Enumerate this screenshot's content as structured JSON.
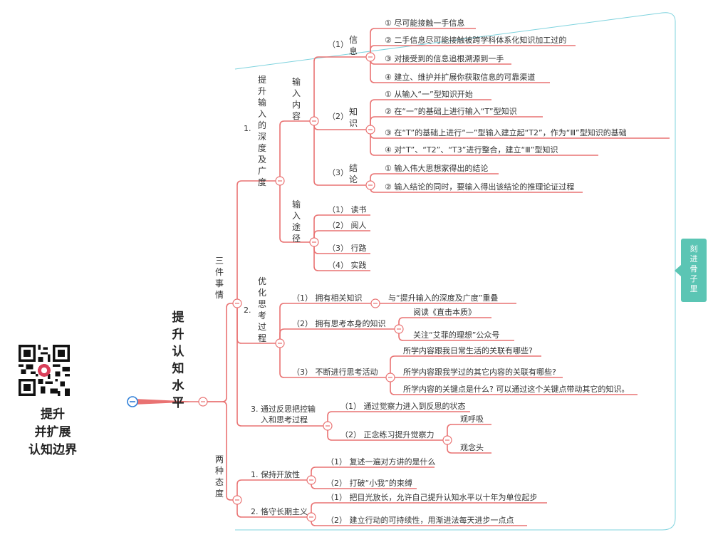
{
  "root": "提升认知水平",
  "brand": {
    "line1": "提升",
    "line2": "并扩展",
    "line3": "认知边界"
  },
  "side_tag": "刻进骨子里",
  "nodes": {
    "three": "三件事情",
    "two": "两种态度",
    "s1": "提升输入的深度及广度",
    "s1_num": "1.",
    "s2": "优化思考过程",
    "s2_num": "2.",
    "s3_line1": "3. 通过反思把控输",
    "s3_line2": "入和思考过程",
    "content": "输入内容",
    "path": "输入途径",
    "info_n": "（1）",
    "info": "信息",
    "know_n": "（2）",
    "know": "知识",
    "concl_n": "（3）",
    "concl": "结论",
    "info_items": [
      "① 尽可能接触一手信息",
      "② 二手信息尽可能接触被跨学科体系化知识加工过的",
      "③ 对接受到的信息追根溯源到一手",
      "④ 建立、维护并扩展你获取信息的可靠渠道"
    ],
    "know_items": [
      "① 从输入“一”型知识开始",
      "② 在“一”的基础上进行输入“T”型知识",
      "③ 在“T”的基础上进行“一”型输入建立起“T2”，作为“Ⅲ”型知识的基础",
      "④ 对“T”、“T2”、“T3”进行整合，建立“Ⅲ”型知识"
    ],
    "concl_items": [
      "① 输入伟大思想家得出的结论",
      "② 输入结论的同时，要输入得出该结论的推理论证过程"
    ],
    "path_items": [
      "（1） 读书",
      "（2） 阅人",
      "（3） 行路",
      "（4） 实践"
    ],
    "think1": "（1） 拥有相关知识",
    "think1_child": "与“提升输入的深度及广度”重叠",
    "think2": "（2） 拥有思考本身的知识",
    "think2_children": [
      "阅读《直击本质》",
      "关注“艾菲的理想”公众号"
    ],
    "think3": "（3） 不断进行思考活动",
    "think3_children": [
      "所学内容跟我日常生活的关联有哪些?",
      "所学内容跟我学过的其它内容的关联有哪些?",
      "所学内容的关键点是什么? 可以通过这个关键点带动其它的知识。"
    ],
    "reflect1": "（1） 通过觉察力进入到反思的状态",
    "reflect2": "（2） 正念练习提升觉察力",
    "reflect2_children": [
      "观呼吸",
      "观念头"
    ],
    "open": "1. 保持开放性",
    "open_children": [
      "（1） 复述一遍对方讲的是什么",
      "（2） 打破“小我”的束缚"
    ],
    "long": "2. 恪守长期主义",
    "long_children": [
      "（1） 把目光放长，允许自己提升认知水平以十年为单位起步",
      "（2） 建立行动的可持续性，用渐进法每天进步一点点"
    ]
  },
  "colors": {
    "line": "#e97272",
    "frame": "#7fd3de",
    "tag": "#5bc5b4",
    "root_circle": "#2f7fd8"
  }
}
